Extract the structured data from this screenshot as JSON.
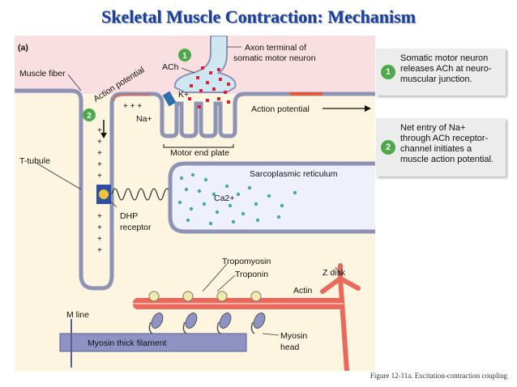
{
  "title": "Skeletal Muscle Contraction: Mechanism",
  "figure": {
    "panel_label": "(a)",
    "labels": {
      "muscle_fiber": "Muscle fiber",
      "action_potential_curve": "Action potential",
      "ach": "ACh",
      "axon_terminal_1": "Axon terminal of",
      "axon_terminal_2": "somatic motor neuron",
      "k_ion": "K+",
      "na_ion": "Na+",
      "action_potential_arrow": "Action potential",
      "motor_end_plate": "Motor end plate",
      "t_tubule": "T-tubule",
      "sarcoplasmic_reticulum": "Sarcoplasmic reticulum",
      "ca_ion": "Ca2+",
      "dhp_1": "DHP",
      "dhp_2": "receptor",
      "tropomyosin": "Tropomyosin",
      "troponin": "Troponin",
      "z_disk": "Z disk",
      "actin": "Actin",
      "m_line": "M line",
      "myosin_thick_filament": "Myosin thick filament",
      "myosin_head_1": "Myosin",
      "myosin_head_2": "head"
    },
    "markers": [
      "1",
      "2"
    ]
  },
  "callouts": [
    {
      "number": "1",
      "lines": [
        "Somatic motor neuron",
        "releases ACh at neuro-",
        "muscular junction."
      ]
    },
    {
      "number": "2",
      "lines": [
        "Net entry of Na+",
        "through ACh receptor-",
        "channel initiates a",
        "muscle action potential."
      ]
    }
  ],
  "caption": "Figure 12-11a. Excitation-contraction coupling",
  "colors": {
    "title": "#1a3f9c",
    "cytoplasm": "#fdf5df",
    "extracellular": "#f9dfe2",
    "membrane": "#8d93b5",
    "sr_fill": "#eef0fb",
    "actin": "#e96a5d",
    "myosin": "#8f93c4",
    "ca": "#4aa7a7",
    "ach": "#d4233b",
    "marker": "#4fa84c"
  }
}
